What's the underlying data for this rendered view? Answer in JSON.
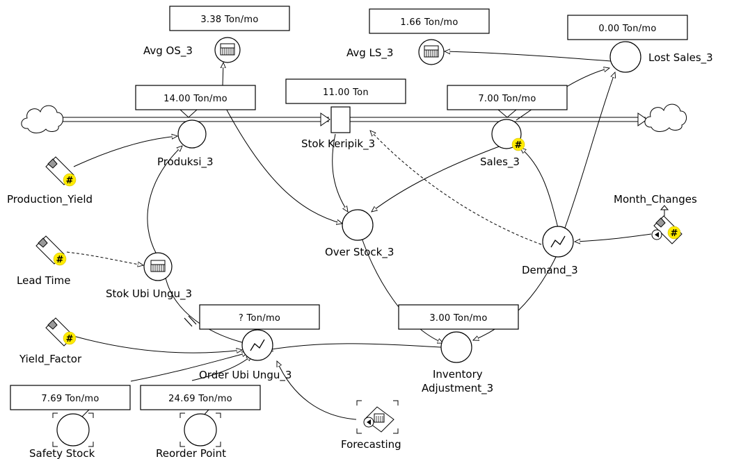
{
  "nodes": {
    "avg_os": "Avg OS_3",
    "avg_ls": "Avg LS_3",
    "lost_sales": "Lost Sales_3",
    "produksi": "Produksi_3",
    "stok_keripik": "Stok Keripik_3",
    "sales": "Sales_3",
    "production_yield": "Production_Yield",
    "month_changes": "Month_Changes",
    "over_stock": "Over Stock_3",
    "demand": "Demand_3",
    "lead_time": "Lead Time",
    "stok_ubi_ungu": "Stok Ubi Ungu_3",
    "yield_factor": "Yield_Factor",
    "order_ubi_ungu": "Order Ubi Ungu_3",
    "inventory_adjustment_line1": "Inventory",
    "inventory_adjustment_line2": "Adjustment_3",
    "safety_stock": "Safety Stock",
    "reorder_point": "Reorder Point",
    "forecasting": "Forecasting"
  },
  "values": {
    "avg_os": "3.38 Ton/mo",
    "avg_ls": "1.66 Ton/mo",
    "lost_sales": "0.00 Ton/mo",
    "produksi": "14.00 Ton/mo",
    "stok_keripik": "11.00 Ton",
    "sales": "7.00 Ton/mo",
    "order_ubi_ungu": "? Ton/mo",
    "inventory_adjustment": "3.00 Ton/mo",
    "safety_stock": "7.69 Ton/mo",
    "reorder_point": "24.69 Ton/mo"
  },
  "icons": {
    "hash_badge": "#"
  }
}
